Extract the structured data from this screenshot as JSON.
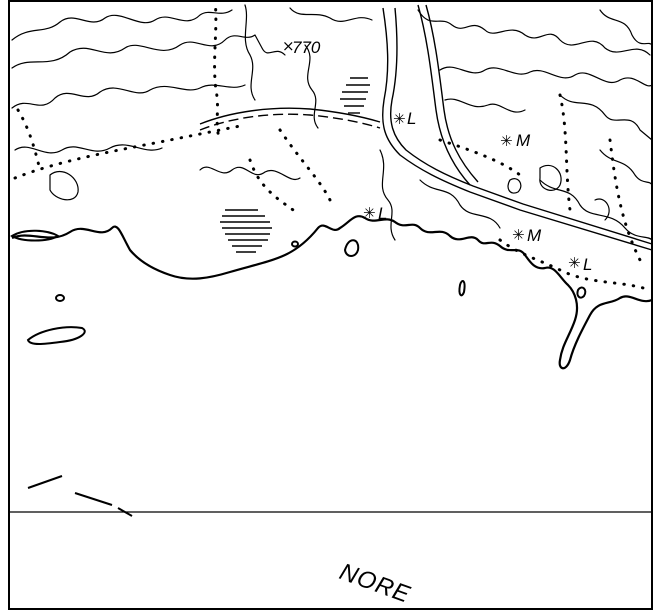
{
  "map": {
    "elevation_label": "770",
    "spot_height_symbol": "×",
    "site_symbol": "✳",
    "sites": [
      "L",
      "M",
      "L",
      "M",
      "L"
    ],
    "region_label": "NORE",
    "colors": {
      "ink": "#000000",
      "paper": "#ffffff"
    }
  }
}
